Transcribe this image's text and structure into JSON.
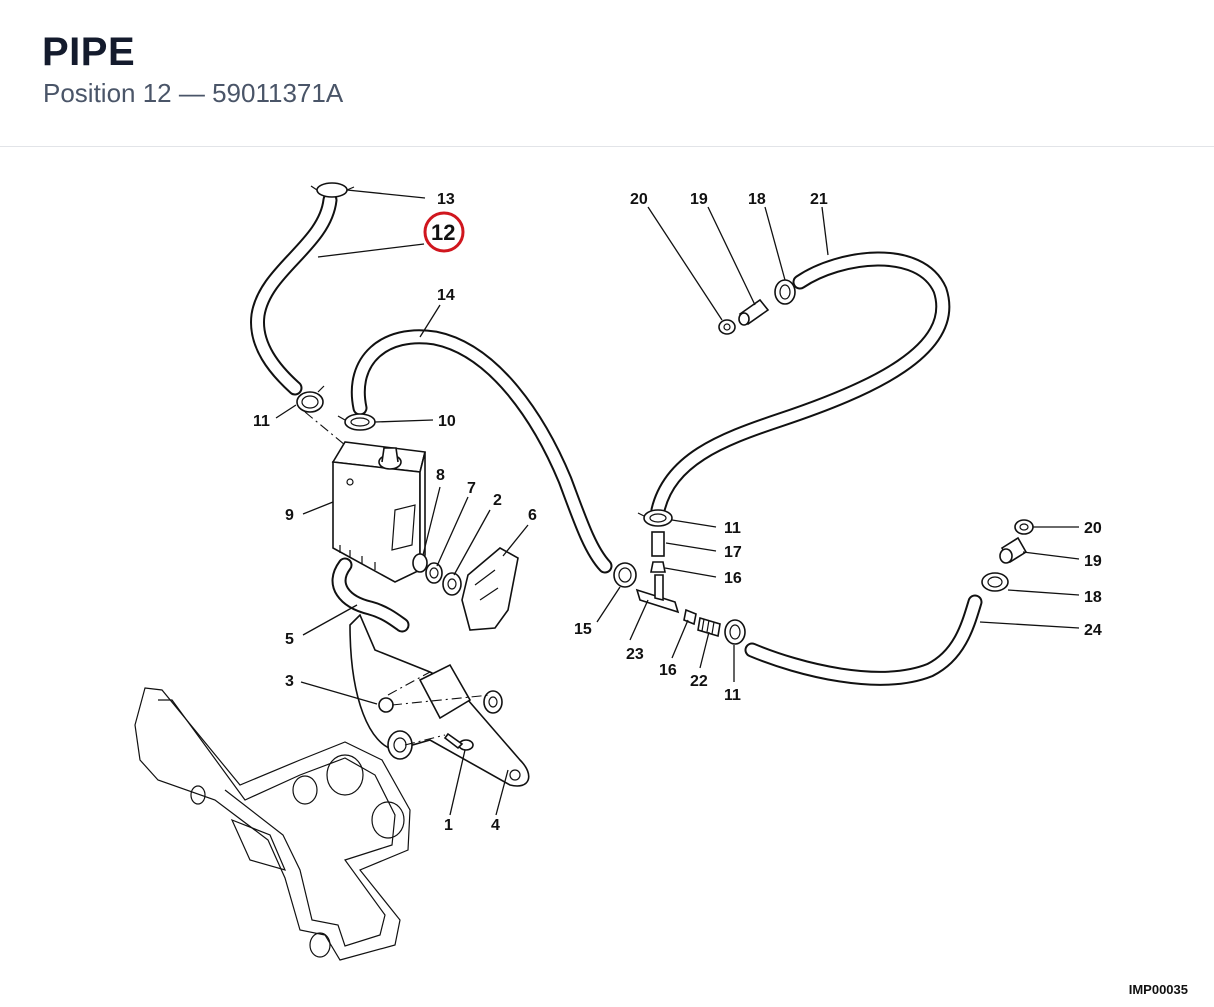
{
  "header": {
    "title": "PIPE",
    "subtitle": "Position 12 — 59011371A"
  },
  "diagram": {
    "highlight": "12",
    "labels": {
      "l13": "13",
      "l12": "12",
      "l14": "14",
      "l11a": "11",
      "l10": "10",
      "l9": "9",
      "l8": "8",
      "l7": "7",
      "l2": "2",
      "l6": "6",
      "l5": "5",
      "l3": "3",
      "l1": "1",
      "l4": "4",
      "l20a": "20",
      "l19a": "19",
      "l18a": "18",
      "l21": "21",
      "l11b": "11",
      "l17": "17",
      "l16a": "16",
      "l15": "15",
      "l23": "23",
      "l16b": "16",
      "l22": "22",
      "l11c": "11",
      "l20b": "20",
      "l19b": "19",
      "l18b": "18",
      "l24": "24"
    },
    "highlight_color": "#d0161e",
    "reference_code": "IMP00035"
  }
}
